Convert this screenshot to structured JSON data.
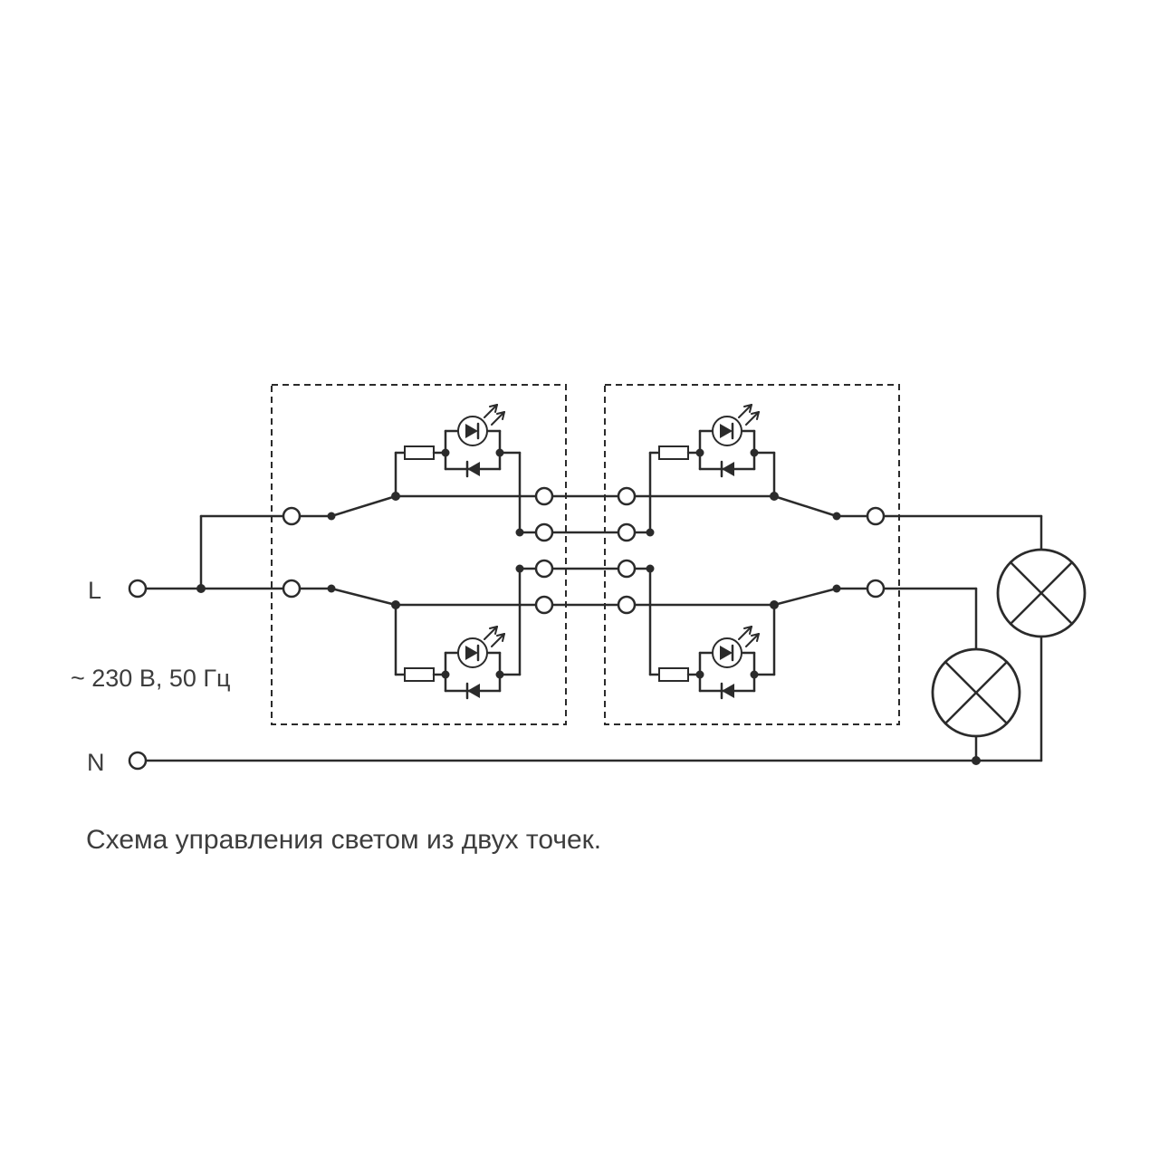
{
  "diagram": {
    "caption": "Схема управления светом из двух точек.",
    "labels": {
      "line": "L",
      "neutral": "N",
      "rating": "~ 230 В, 50 Гц"
    },
    "colors": {
      "background": "#ffffff",
      "wire": "#2b2b2b",
      "text": "#3d3d3d"
    },
    "symbols": {
      "lamp": "circle-with-diagonal-cross",
      "indicator": "led-with-antiparallel-diode-and-resistor",
      "switch": "two-way-switch-blade",
      "enclosure": "dashed-rectangle"
    }
  }
}
